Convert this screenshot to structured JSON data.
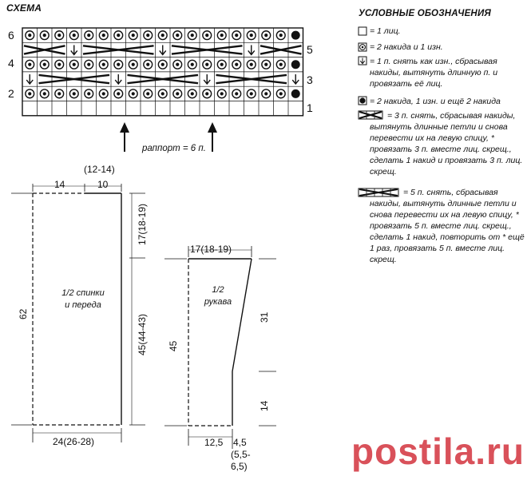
{
  "schema": {
    "title": "СХЕМА",
    "rows_left": [
      "6",
      "4",
      "2"
    ],
    "rows_right": [
      "5",
      "3",
      "1"
    ],
    "repeat_label": "раппорт = 6 п."
  },
  "legend": {
    "title": "УСЛОВНЫЕ ОБОЗНАЧЕНИЯ",
    "items": [
      {
        "symbol": "empty-square-icon",
        "text": "= 1 лиц."
      },
      {
        "symbol": "double-yo-icon",
        "text": "= 2 накида и 1 изн."
      },
      {
        "symbol": "slip-arrow-icon",
        "text": "= 1 п. снять как изн., сбрасывая накиды, вытянуть длинную п. и провязать её лиц."
      },
      {
        "symbol": "filled-dot-icon",
        "text": "= 2 накида, 1 изн. и ещё 2 накида"
      },
      {
        "symbol": "cross-3-icon",
        "text": "= 3 п. снять, сбрасывая накиды, вытянуть длинные петли и снова перевести их на левую спицу, * провязать 3 п. вместе лиц. скрещ., сделать 1 накид и провязать 3 п. лиц. скрещ."
      },
      {
        "symbol": "cross-5-icon",
        "text": "= 5 п. снять, сбрасывая накиды, вытянуть длинные петли и снова перевести их на левую спицу, * провязать 5 п. вместе лиц. скрещ., сделать 1 накид, повторить от * ещё 1 раз, провязать 5 п. вместе лиц. скрещ."
      }
    ]
  },
  "body_pattern": {
    "label_line1": "1/2 спинки",
    "label_line2": "и переда",
    "top_left": "14",
    "top_right": "10",
    "top_group": "(12-14)",
    "height_total": "62",
    "height_upper": "17(18-19)",
    "height_lower": "45(44-43)",
    "bottom_width": "24(26-28)"
  },
  "sleeve_pattern": {
    "label_line1": "1/2",
    "label_line2": "рукава",
    "top_width": "17(18-19)",
    "height_total": "45",
    "height_upper": "31",
    "height_lower": "14",
    "bottom_left": "12,5",
    "bottom_right": "4,5",
    "bottom_right_alt1": "(5,5-",
    "bottom_right_alt2": "6,5)"
  },
  "watermark": {
    "text": "postila.ru"
  },
  "colors": {
    "ink": "#111111",
    "brand": "#d9515a"
  }
}
